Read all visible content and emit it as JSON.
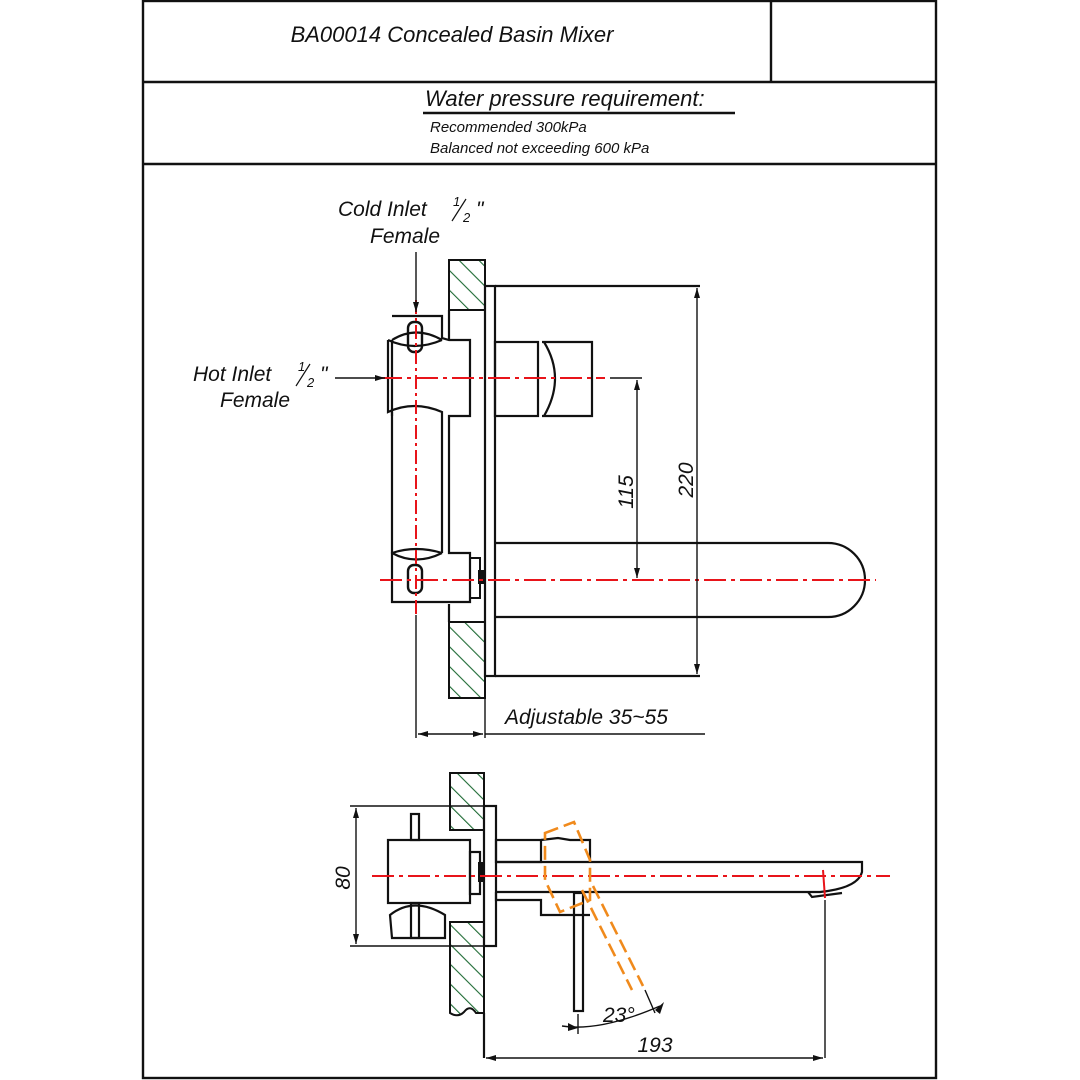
{
  "title_block": {
    "product_title": "BA00014 Concealed Basin Mixer",
    "pressure_heading": "Water pressure requirement:",
    "pressure_lines": [
      "Recommended 300kPa",
      "Balanced not exceeding 600 kPa"
    ]
  },
  "front_view": {
    "cold_inlet_label": "Cold Inlet",
    "cold_inlet_size_num": "1",
    "cold_inlet_size_den": "2",
    "cold_inlet_unit": "\"",
    "cold_inlet_type": "Female",
    "hot_inlet_label": "Hot Inlet",
    "hot_inlet_size_num": "1",
    "hot_inlet_size_den": "2",
    "hot_inlet_unit": "\"",
    "hot_inlet_type": "Female",
    "dim_spout_offset": "115",
    "dim_plate_height": "220",
    "dim_adjustable": "Adjustable 35~55"
  },
  "side_view": {
    "dim_body_height": "80",
    "dim_lever_angle": "23°",
    "dim_spout_length": "193"
  },
  "colors": {
    "centerline": "#e8141a",
    "lever_alt_position": "#f08a1c",
    "wall_hatch": "#1f6b35",
    "line": "#111111"
  }
}
